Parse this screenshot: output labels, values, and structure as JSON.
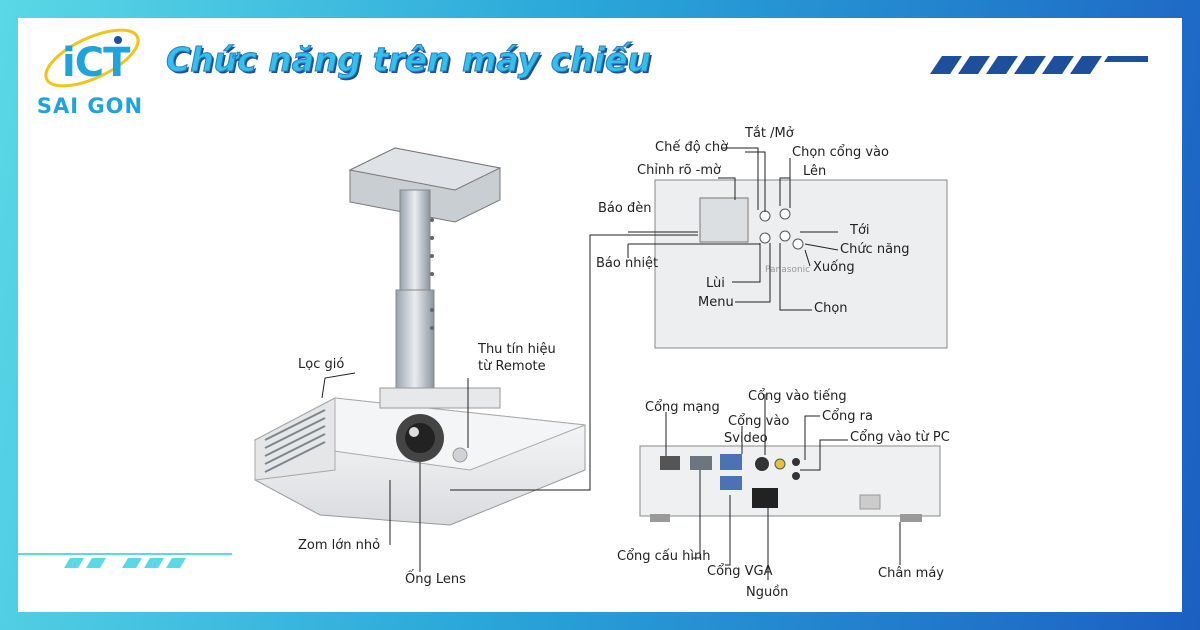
{
  "logo": {
    "mark": "iCT",
    "sub": "SAI GON"
  },
  "title": "Chức năng trên máy chiếu",
  "colors": {
    "accent": "#33c0ea",
    "brand_blue": "#1d4f9a",
    "background_left": "#5ad8e6",
    "background_right": "#1c5fc2"
  },
  "labels": {
    "loc_gio": "Lọc gió",
    "thu_tin_hieu": "Thu tín hiệu",
    "tu_remote": "từ Remote",
    "zom": "Zom lớn nhỏ",
    "ong_lens": "Ống Lens",
    "tat_mo": "Tắt /Mở",
    "che_do_cho": "Chế độ chờ",
    "chon_cong_vao": "Chọn cổng vào",
    "chinh_ro_mo": "Chỉnh rõ -mờ",
    "len": "Lên",
    "bao_den": "Báo đèn",
    "toi": "Tới",
    "chuc_nang": "Chức năng",
    "bao_nhiet": "Báo nhiệt",
    "xuong": "Xuống",
    "lui": "Lùi",
    "menu": "Menu",
    "chon": "Chọn",
    "cong_vao_tieng": "Cổng vào tiếng",
    "cong_mang": "Cổng mạng",
    "cong_ra": "Cổng ra",
    "cong_vao": "Cổng vào",
    "svideo": "Svideo",
    "cong_vao_tu_pc": "Cổng vào từ PC",
    "cong_cau_hinh": "Cổng cấu hình",
    "cong_vga": "Cổng VGA",
    "chan_may": "Chân máy",
    "nguon": "Nguồn"
  },
  "panel_brand": "Panasonic"
}
